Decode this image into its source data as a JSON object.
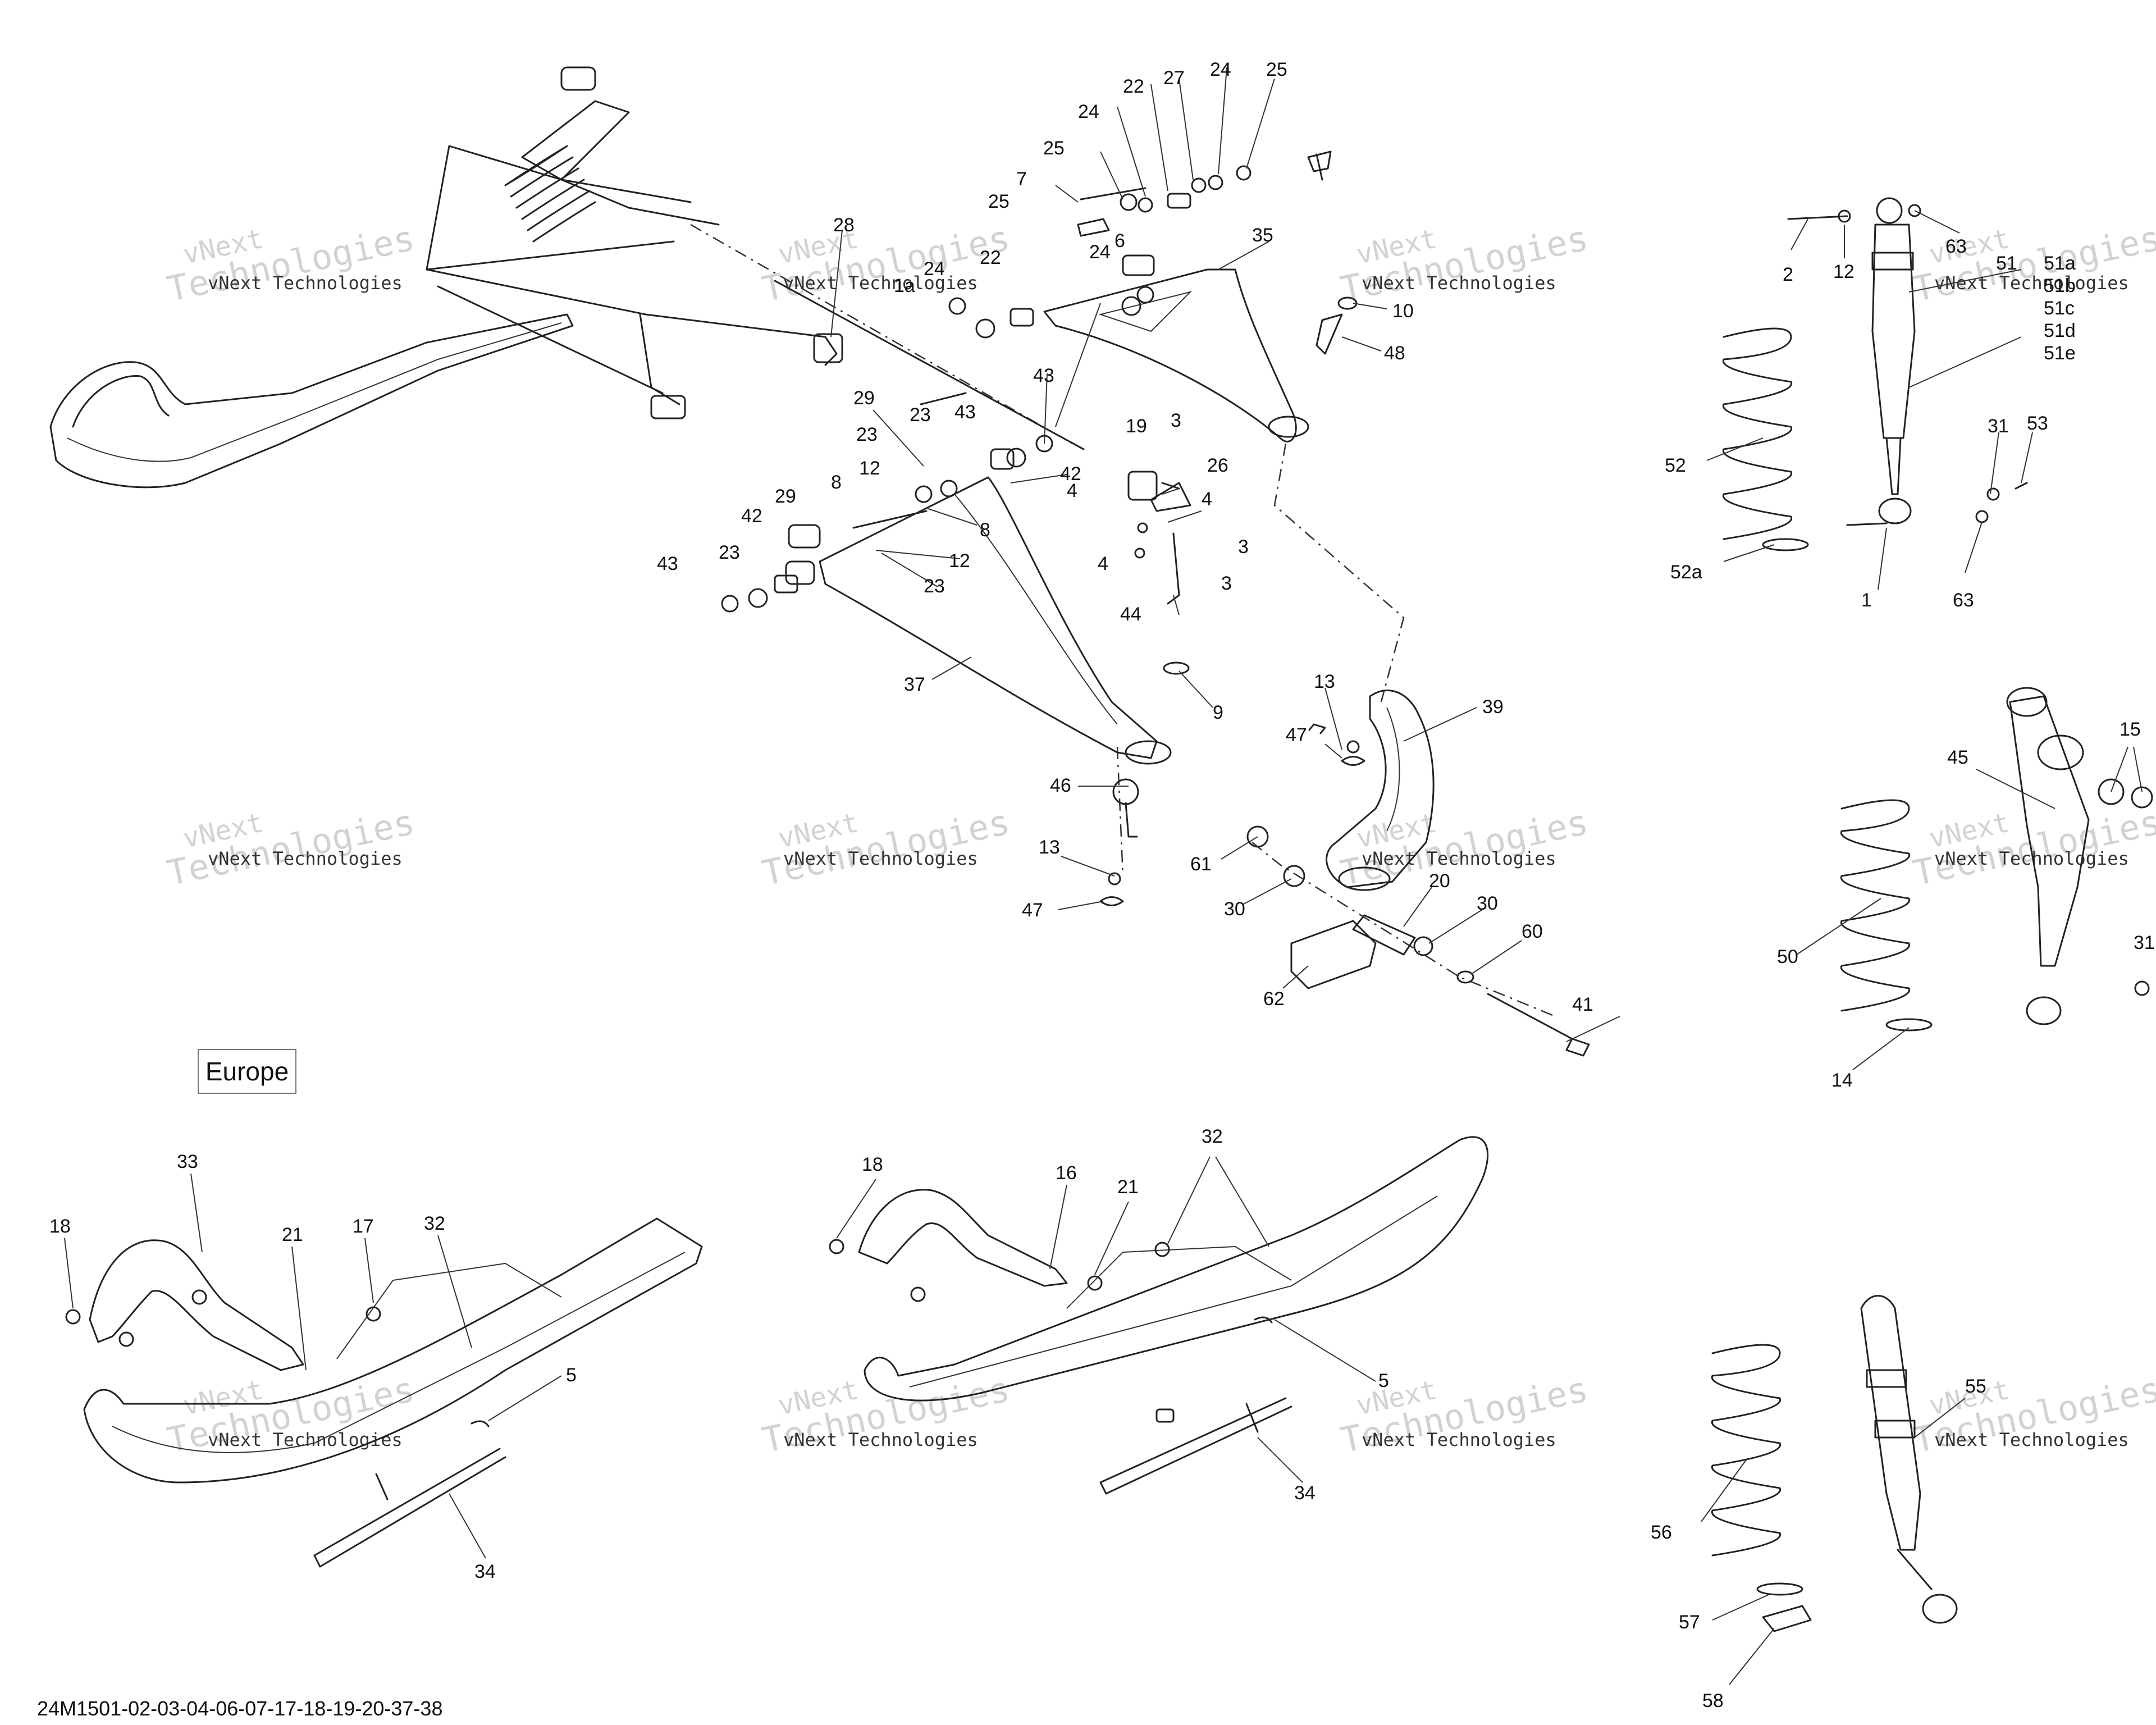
{
  "drawing_number": "24M1501-02-03-04-06-07-17-18-19-20-37-38",
  "region_label": "Europe",
  "watermark": {
    "line1": "vNext",
    "line2": "vNext Technologies",
    "line3": "Technologies"
  },
  "callouts": [
    "28",
    "1a",
    "22",
    "24",
    "7",
    "24",
    "22",
    "27",
    "24",
    "25",
    "25",
    "25",
    "24",
    "6",
    "35",
    "10",
    "48",
    "43",
    "29",
    "23",
    "43",
    "12",
    "23",
    "8",
    "42",
    "29",
    "42",
    "23",
    "43",
    "8",
    "12",
    "23",
    "19",
    "3",
    "26",
    "4",
    "4",
    "4",
    "3",
    "3",
    "44",
    "9",
    "37",
    "46",
    "13",
    "47",
    "13",
    "47",
    "39",
    "61",
    "30",
    "20",
    "30",
    "60",
    "62",
    "41",
    "2",
    "12",
    "63",
    "51",
    "51a",
    "51b",
    "51c",
    "51d",
    "51e",
    "52",
    "52a",
    "1",
    "31",
    "53",
    "63",
    "15",
    "45",
    "50",
    "31",
    "14",
    "33",
    "18",
    "21",
    "17",
    "32",
    "5",
    "34",
    "18",
    "16",
    "21",
    "32",
    "5",
    "34",
    "55",
    "56",
    "57",
    "58"
  ],
  "colors": {
    "line": "#222222",
    "watermark": "#d2d2d2",
    "background": "#ffffff"
  },
  "icons": [
    "ski-icon",
    "a-arm-icon",
    "shock-absorber-icon",
    "coil-spring-icon",
    "spindle-icon",
    "bolt-icon",
    "nut-icon",
    "washer-icon"
  ]
}
